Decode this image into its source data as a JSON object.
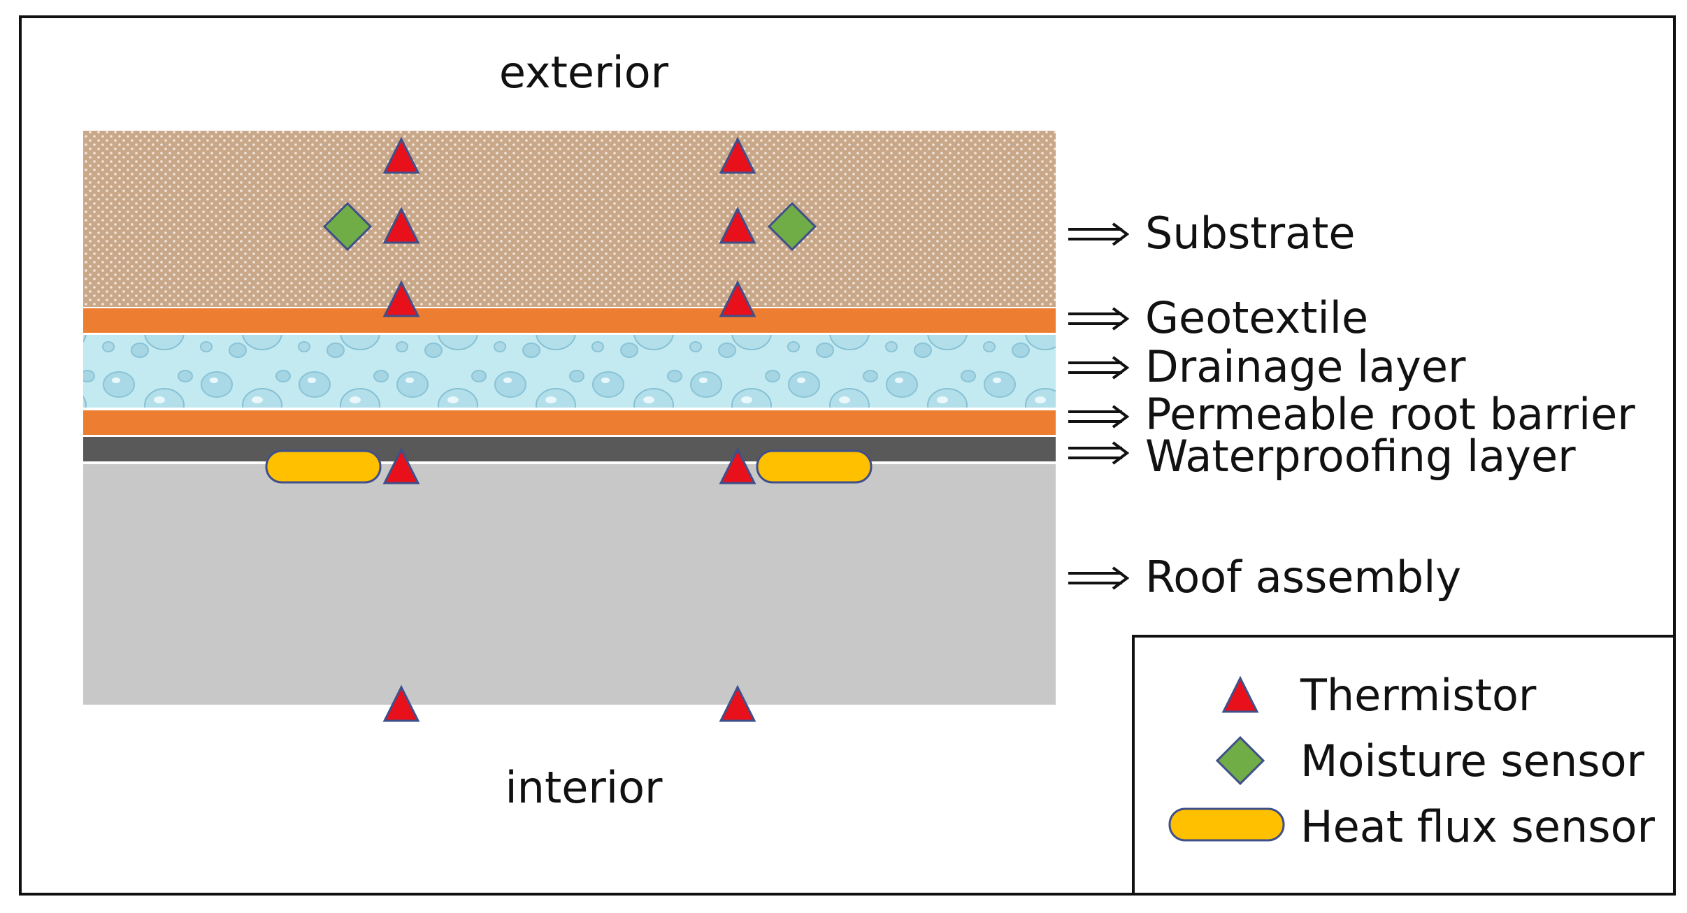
{
  "labels": {
    "top": "exterior",
    "bottom": "interior"
  },
  "layers": [
    {
      "name": "Substrate",
      "color": "#c9a88a"
    },
    {
      "name": "Geotextile",
      "color": "#ed7d31"
    },
    {
      "name": "Drainage layer",
      "color": "#bfe6ef"
    },
    {
      "name": "Permeable root barrier",
      "color": "#ed7d31"
    },
    {
      "name": "Waterproofing layer",
      "color": "#595959"
    },
    {
      "name": "Roof assembly",
      "color": "#c8c8c8"
    }
  ],
  "legend": {
    "thermistor": "Thermistor",
    "moisture": "Moisture sensor",
    "heat_flux": "Heat flux sensor"
  },
  "colors": {
    "thermistor_fill": "#e8101b",
    "thermistor_stroke": "#3f4f8a",
    "moisture_fill": "#70ad47",
    "moisture_stroke": "#3f4f8a",
    "heatflux_fill": "#ffc000",
    "heatflux_stroke": "#3f4f8a"
  }
}
